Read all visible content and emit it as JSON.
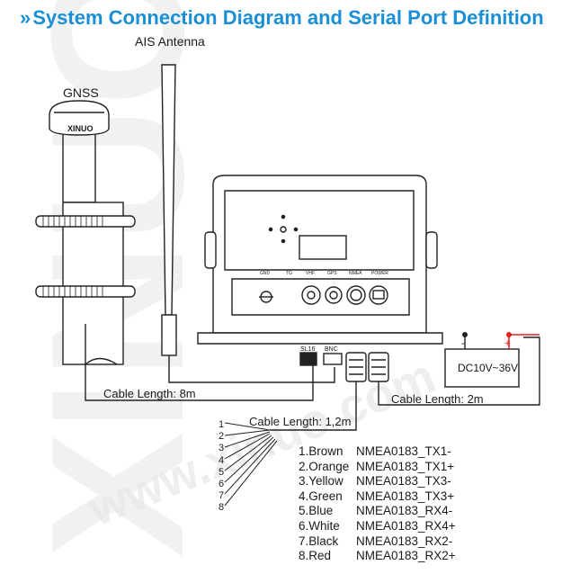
{
  "header": {
    "chevron": "»",
    "title": "System Connection Diagram and Serial Port Definition"
  },
  "labels": {
    "ais_antenna": "AIS Antenna",
    "gnss": "GNSS",
    "gnss_brand": "XINUO",
    "cable_8m": "Cable Length: 8m",
    "cable_2m": "Cable Length: 2m",
    "cable_12m": "Cable Length: 1,2m",
    "power_supply": "DC10V~36V",
    "sl16": "SL16",
    "bnc": "BNC",
    "port_gnd": "GND",
    "port_tg": "TG",
    "port_vhf": "VHF",
    "port_gps": "GPS",
    "port_nmea": "NMEA",
    "port_power": "POWER",
    "battery_minus": "-",
    "battery_plus": "+"
  },
  "wire_numbers": [
    "1",
    "2",
    "3",
    "4",
    "5",
    "6",
    "7",
    "8"
  ],
  "wires": [
    {
      "color": "1.Brown",
      "signal": "NMEA0183_TX1-"
    },
    {
      "color": "2.Orange",
      "signal": "NMEA0183_TX1+"
    },
    {
      "color": "3.Yellow",
      "signal": "NMEA0183_TX3-"
    },
    {
      "color": "4.Green",
      "signal": "NMEA0183_TX3+"
    },
    {
      "color": "5.Blue",
      "signal": "NMEA0183_RX4-"
    },
    {
      "color": "6.White",
      "signal": "NMEA0183_RX4+"
    },
    {
      "color": "7.Black",
      "signal": "NMEA0183_RX2-"
    },
    {
      "color": "8.Red",
      "signal": "NMEA0183_RX2+"
    }
  ],
  "watermark": {
    "big": "XINUO",
    "url": "www.xinuo.com"
  },
  "colors": {
    "accent": "#1a8fd6",
    "line": "#222222",
    "positive_wire": "#e02020",
    "watermark": "#e8e8e8"
  }
}
